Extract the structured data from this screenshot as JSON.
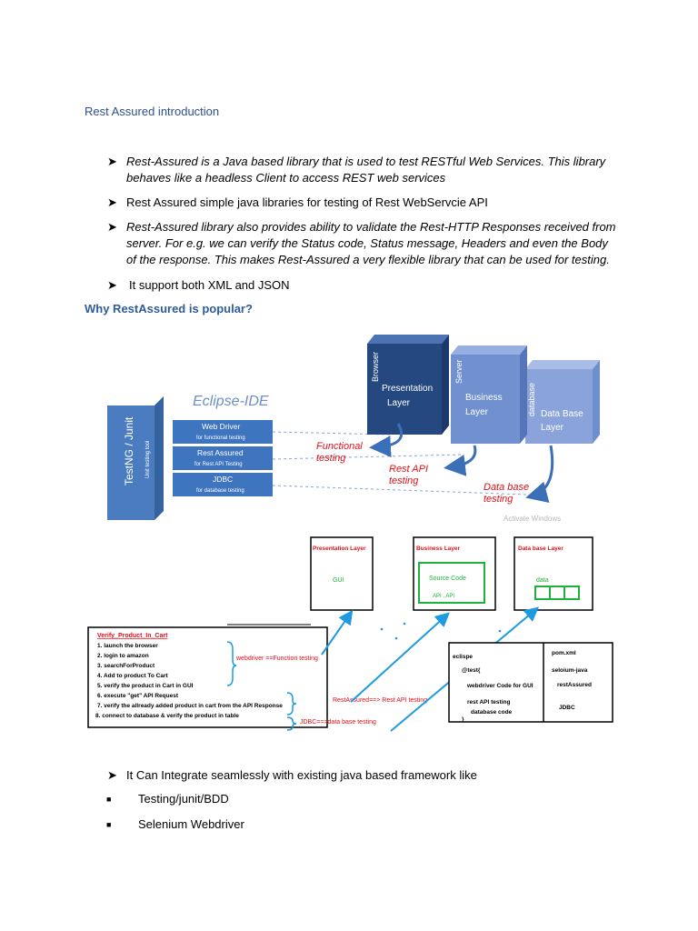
{
  "doc": {
    "title": "Rest Assured introduction",
    "bullets": [
      "Rest-Assured is a Java based library that is used to test RESTful Web Services. This library behaves like a headless Client to access REST web services",
      "Rest Assured simple java libraries for testing of Rest WebServcie API",
      "Rest-Assured library also provides ability to validate the Rest-HTTP Responses received from server. For e.g. we can verify the Status code, Status message, Headers and even the Body of the response. This makes Rest-Assured a very flexible library that can be used for testing.",
      "It support both  XML and JSON"
    ],
    "heading": "Why RestAssured is popular?",
    "bullets2": [
      "It Can Integrate seamlessly with existing java based framework like"
    ],
    "sub_items": [
      "Testing/junit/BDD",
      "Selenium Webdriver"
    ]
  },
  "diagram1": {
    "ide_label": "Eclipse-IDE",
    "testng": "TestNG / Junit",
    "testng_sub": "Unit testing tool",
    "tools": [
      {
        "name": "Web Driver",
        "desc": "for functional testing"
      },
      {
        "name": "Rest Assured",
        "desc": "for Rest API Testing"
      },
      {
        "name": "JDBC",
        "desc": "for database testing"
      }
    ],
    "layers": [
      {
        "side": "Browser",
        "name1": "Presentation",
        "name2": "Layer"
      },
      {
        "side": "Server",
        "name1": "Business",
        "name2": "Layer"
      },
      {
        "side": "database",
        "name1": "Data Base",
        "name2": "Layer"
      }
    ],
    "arrow_labels": [
      {
        "l1": "Functional",
        "l2": "testing"
      },
      {
        "l1": "Rest API",
        "l2": "testing"
      },
      {
        "l1": "Data base",
        "l2": "testing"
      }
    ],
    "watermark": "Activate Windows"
  },
  "diagram2": {
    "boxes": [
      {
        "title": "Presentation Layer",
        "content": "GUI"
      },
      {
        "title": "Business Layer",
        "content": "Source Code",
        "content2": "API , API"
      },
      {
        "title": "Data base Layer",
        "content": "data"
      }
    ],
    "steps_title": "Verify_Product_In_Cart",
    "steps": [
      "1. launch the browser",
      "2. login to amazon",
      "3. searchForProduct",
      "4. Add to product To Cart",
      "5. verify the product in Cart in GUI",
      "6. execute \"get\" API  Request",
      "7. verify the allready added product in cart from the API Response",
      "8. connect to database & verify the product in table"
    ],
    "annotations": [
      "webdriver ==Function testing",
      "RestAssured==> Rest API testing",
      "JDBC==>data base testing"
    ],
    "eclipse_lines": [
      "eclispe",
      "@test{",
      "webdriver Code for GUI",
      "rest API testing",
      "database code",
      "}"
    ],
    "pom_lines": [
      "pom.xml",
      "seloium-java",
      "restAssured",
      "JDBC"
    ]
  },
  "colors": {
    "title_blue": "#2e4f8f",
    "heading_blue": "#2e5c9a",
    "red": "#e0101a",
    "arrow_blue": "#1e9ae0",
    "box_green": "#1db33a",
    "dark_layer": "#24487f",
    "mid_layer": "#6a8bcb",
    "light_layer": "#8aa3da"
  }
}
